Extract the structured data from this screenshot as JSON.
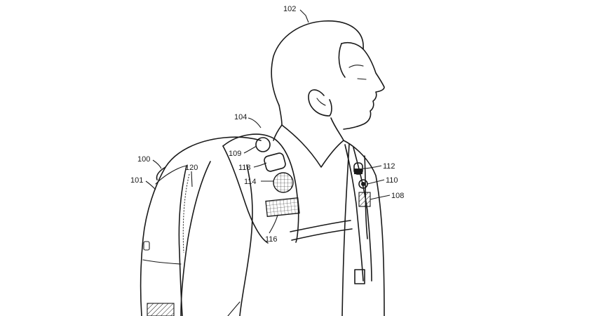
{
  "figure": {
    "labels": {
      "user": "102",
      "strap": "104",
      "backpack": "100",
      "backpack_body": "101",
      "strap_edge": "120",
      "sensor_round": "109",
      "sensor_square": "118",
      "speaker": "114",
      "grip_band": "116",
      "indicator": "112",
      "button": "110",
      "front_pad": "108"
    }
  }
}
